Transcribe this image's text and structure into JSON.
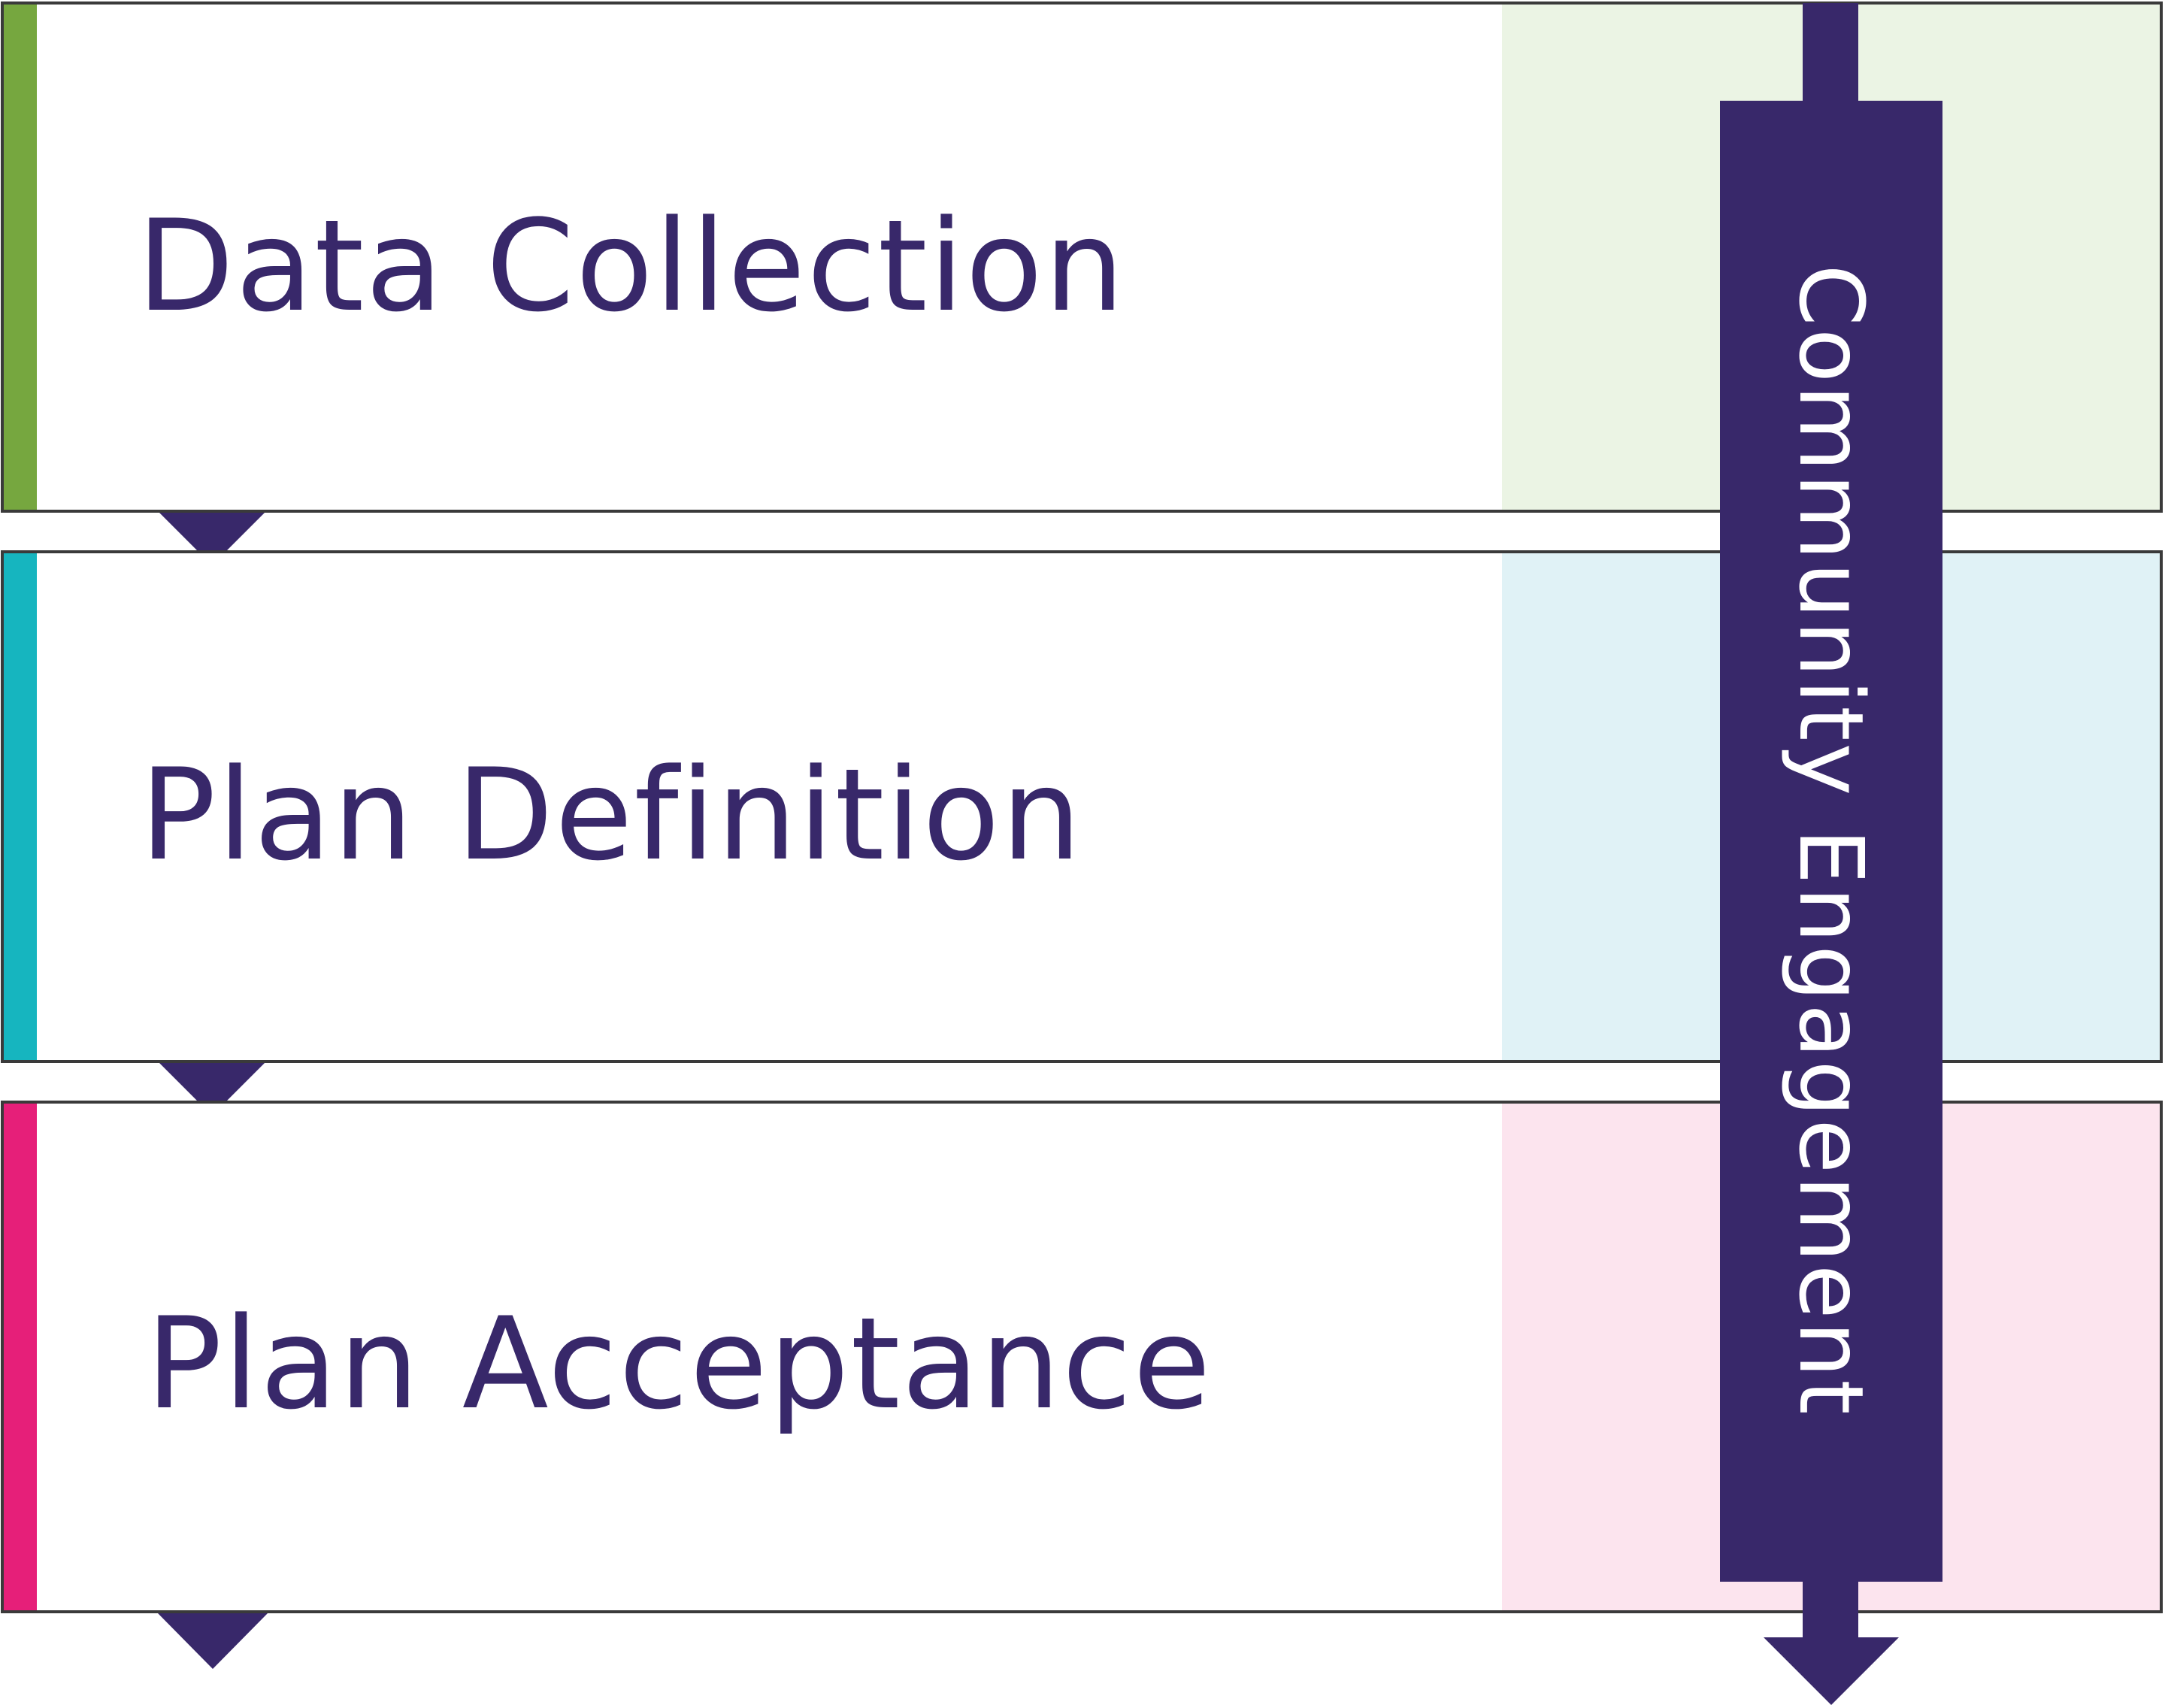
{
  "stages": [
    {
      "label": "Data Collection",
      "accent_color": "#76a73f",
      "tint_color": "#ebf4e4"
    },
    {
      "label": "Plan Definition",
      "accent_color": "#16b5bf",
      "tint_color": "#e0f2f6"
    },
    {
      "label": "Plan Acceptance",
      "accent_color": "#e61f79",
      "tint_color": "#fce4ee"
    }
  ],
  "engagement": {
    "label": "Community Engagement"
  },
  "colors": {
    "primary": "#38286a",
    "border": "#3a3a3a",
    "background": "#ffffff",
    "label_text": "#38286a",
    "vertical_text": "#ffffff"
  }
}
